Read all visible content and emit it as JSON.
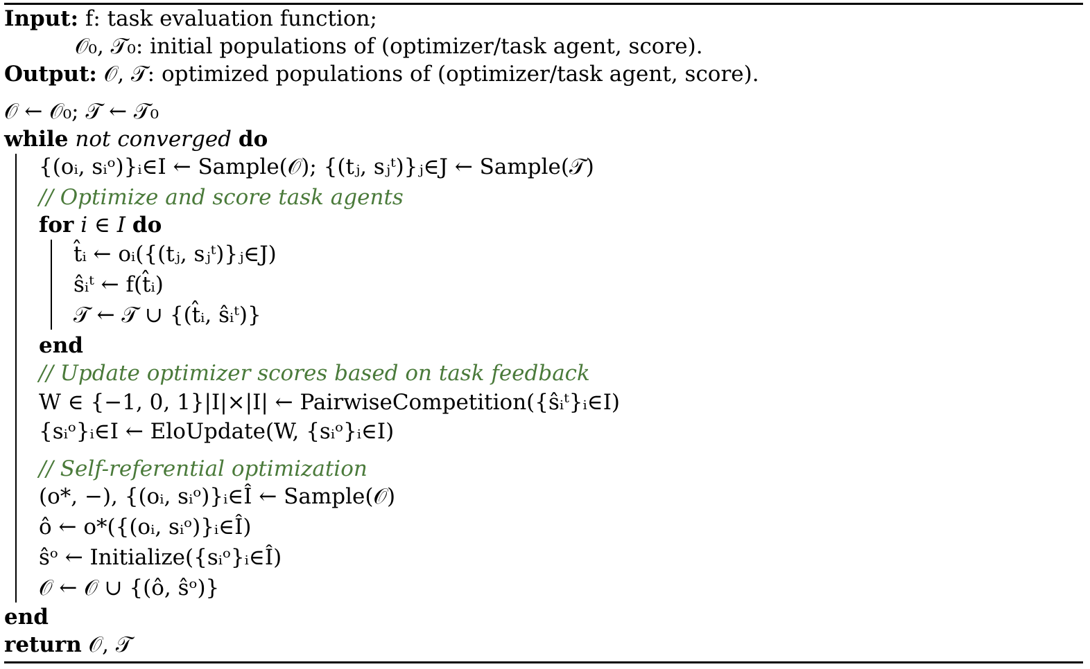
{
  "header": {
    "input_label": "Input:",
    "input_line1": "f: task evaluation function;",
    "input_line2": "𝒪₀, 𝒯₀: initial populations of (optimizer/task agent, score).",
    "output_label": "Output:",
    "output_line": "𝒪, 𝒯: optimized populations of (optimizer/task agent, score)."
  },
  "algorithm": {
    "init": "𝒪 ← 𝒪₀; 𝒯 ← 𝒯₀",
    "while_kw": "while",
    "while_cond": "not converged",
    "do_kw": "do",
    "sample_line": "{(oᵢ, sᵢᵒ)}ᵢ∈I ← Sample(𝒪); {(tⱼ, sⱼᵗ)}ⱼ∈J ← Sample(𝒯)",
    "comment_optimize": "// Optimize and score task agents",
    "for_kw": "for",
    "for_cond": "i ∈ I",
    "for_do_kw": "do",
    "for_body": [
      "t̂ᵢ ← oᵢ({(tⱼ, sⱼᵗ)}ⱼ∈J)",
      "ŝᵢᵗ ← f(t̂ᵢ)",
      "𝒯 ← 𝒯 ∪ {(t̂ᵢ, ŝᵢᵗ)}"
    ],
    "end_for": "end",
    "comment_update": "// Update optimizer scores based on task feedback",
    "pairwise_line": "W ∈ {−1, 0, 1}|I|×|I| ← PairwiseCompetition({ŝᵢᵗ}ᵢ∈I)",
    "elo_line": "{sᵢᵒ}ᵢ∈I ← EloUpdate(W, {sᵢᵒ}ᵢ∈I)",
    "comment_self": "// Self-referential optimization",
    "self_body": [
      "(o*, −), {(oᵢ, sᵢᵒ)}ᵢ∈Î ← Sample(𝒪)",
      "ô ← o*({(oᵢ, sᵢᵒ)}ᵢ∈Î)",
      "ŝᵒ ← Initialize({sᵢᵒ}ᵢ∈Î)",
      "𝒪 ← 𝒪 ∪ {(ô, ŝᵒ)}"
    ],
    "end_while": "end",
    "return_kw": "return",
    "return_vals": "𝒪, 𝒯"
  },
  "colors": {
    "comment": "#4a7a3a",
    "text": "#000000"
  }
}
